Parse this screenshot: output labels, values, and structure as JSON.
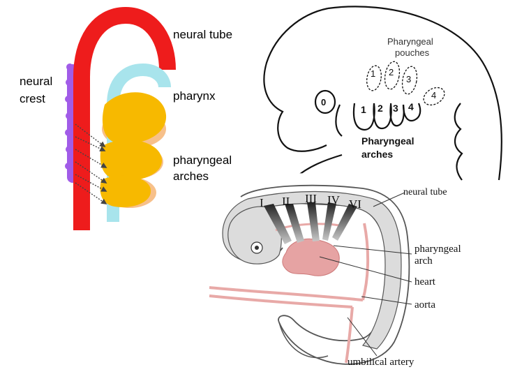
{
  "panel_left": {
    "labels": {
      "neural_tube": "neural tube",
      "neural_crest_line1": "neural",
      "neural_crest_line2": "crest",
      "pharynx": "pharynx",
      "arches_line1": "pharyngeal",
      "arches_line2": "arches"
    },
    "colors": {
      "neural_tube": "#ee1c1c",
      "pharynx": "#a8e4ec",
      "arches_front": "#f7b900",
      "arches_back": "#f7c08a",
      "neural_crest": "#a15ce8",
      "migration_arrows": "#444444"
    }
  },
  "panel_right_top": {
    "labels": {
      "pouches_line1": "Pharyngeal",
      "pouches_line2": "pouches",
      "arches_line1": "Pharyngeal",
      "arches_line2": "arches"
    },
    "pouch_numbers": [
      "1",
      "2",
      "3",
      "4"
    ],
    "arch_numbers": [
      "1",
      "2",
      "3",
      "4"
    ],
    "eye_label": "0"
  },
  "panel_bottom": {
    "arch_numerals": [
      "I",
      "II",
      "III",
      "IV",
      "VI"
    ],
    "labels": {
      "neural_tube": "neural tube",
      "arch_line1": "pharyngeal",
      "arch_line2": "arch",
      "heart": "heart",
      "aorta": "aorta",
      "umbilical_artery": "umbilical artery"
    },
    "colors": {
      "embryo_fill": "#dcdcdc",
      "vessels": "#e8a9a7",
      "heart": "#e6a3a3"
    }
  }
}
